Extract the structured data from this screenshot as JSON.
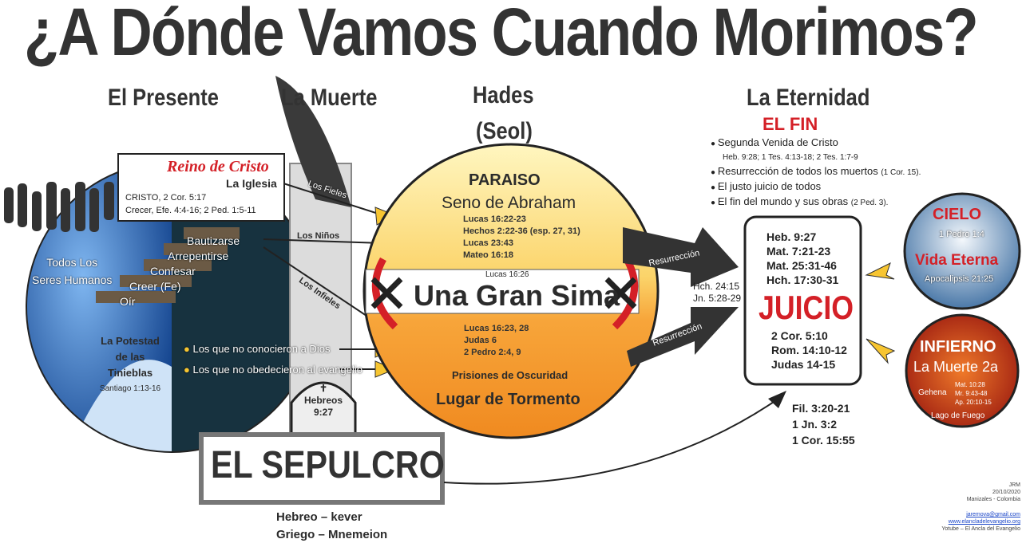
{
  "title": "¿A Dónde Vamos Cuando Morimos?",
  "headers": {
    "presente": "El Presente",
    "muerte": "La Muerte",
    "hades": "Hades",
    "seol": "(Seol)",
    "eternidad": "La Eternidad"
  },
  "presente": {
    "reino_title": "Reino de Cristo",
    "reino_sub": "La Iglesia",
    "reino_refs": [
      "CRISTO, 2 Cor. 5:17",
      "Crecer, Efe. 4:4-16; 2 Ped. 1:5-11"
    ],
    "todos": [
      "Todos Los",
      "Seres Humanos"
    ],
    "steps": [
      "Bautizarse",
      "Arrepentirse",
      "Confesar",
      "Creer (Fe)",
      "Oír"
    ],
    "potestad": [
      "La Potestad",
      "de las",
      "Tinieblas"
    ],
    "potestad_ref": "Santiago 1:13-16",
    "bullets": [
      "Los que no conocieron a Dios",
      "Los que no obedecieron al evangelio"
    ]
  },
  "muerte": {
    "fieles": "Los Fieles",
    "ninos": "Los Niños",
    "infieles": "Los Infieles",
    "tomb_ref": [
      "Hebreos",
      "9:27"
    ]
  },
  "hades": {
    "paraiso": "PARAISO",
    "seno": "Seno de Abraham",
    "paraiso_refs": [
      "Lucas 16:22-23",
      "Hechos 2:22-36 (esp. 27, 31)",
      "Lucas 23:43",
      "Mateo 16:18"
    ],
    "sima_ref": "Lucas 16:26",
    "sima": "Una Gran Sima",
    "tormento_refs": [
      "Lucas 16:23, 28",
      "Judas 6",
      "2 Pedro 2:4, 9"
    ],
    "prisiones": "Prisiones de Oscuridad",
    "tormento": "Lugar de Tormento"
  },
  "resurreccion": {
    "label": "Resurrección",
    "refs": [
      "Hch. 24:15",
      "Jn. 5:28-29"
    ]
  },
  "fin": {
    "title": "EL FIN",
    "items": [
      {
        "text": "Segunda Venida de Cristo",
        "ref": "Heb. 9:28; 1 Tes. 4:13-18; 2 Tes. 1:7-9"
      },
      {
        "text": "Resurrección de todos los muertos",
        "ref": "(1 Cor. 15)."
      },
      {
        "text": "El justo juicio de todos",
        "ref": ""
      },
      {
        "text": "El fin del mundo y sus obras",
        "ref": "(2 Ped. 3)."
      }
    ]
  },
  "juicio": {
    "refs_top": [
      "Heb. 9:27",
      "Mat. 7:21-23",
      "Mat. 25:31-46",
      "Hch. 17:30-31"
    ],
    "title": "JUICIO",
    "refs_bottom": [
      "2 Cor. 5:10",
      "Rom. 14:10-12",
      "Judas 14-15"
    ]
  },
  "cielo": {
    "title": "CIELO",
    "ref": "1 Pedro 1:4",
    "sub": "Vida Eterna",
    "ref2": "Apocalipsis 21:25"
  },
  "infierno": {
    "title": "INFIERNO",
    "sub": "La Muerte 2a",
    "gehena": "Gehena",
    "refs": [
      "Mat. 10:28",
      "Mr. 9:43-48",
      "Ap. 20:10-15"
    ],
    "lago": "Lago de Fuego"
  },
  "sepulcro": {
    "title": "EL SEPULCRO",
    "hebreo": "Hebreo – kever",
    "griego": "Griego – Mnemeion",
    "refs": [
      "Fil. 3:20-21",
      "1 Jn. 3:2",
      "1 Cor. 15:55"
    ]
  },
  "footer": {
    "lines": [
      "JRM",
      "20/10/2020",
      "Manizales - Colombia"
    ],
    "links": [
      "jaremova@gmail.com",
      "www.elancladelevangelio.org"
    ],
    "youtube": "Yotube – El Ancla del Evangelio"
  },
  "colors": {
    "red": "#d42027",
    "yellow": "#f7c531",
    "dark": "#333333"
  }
}
